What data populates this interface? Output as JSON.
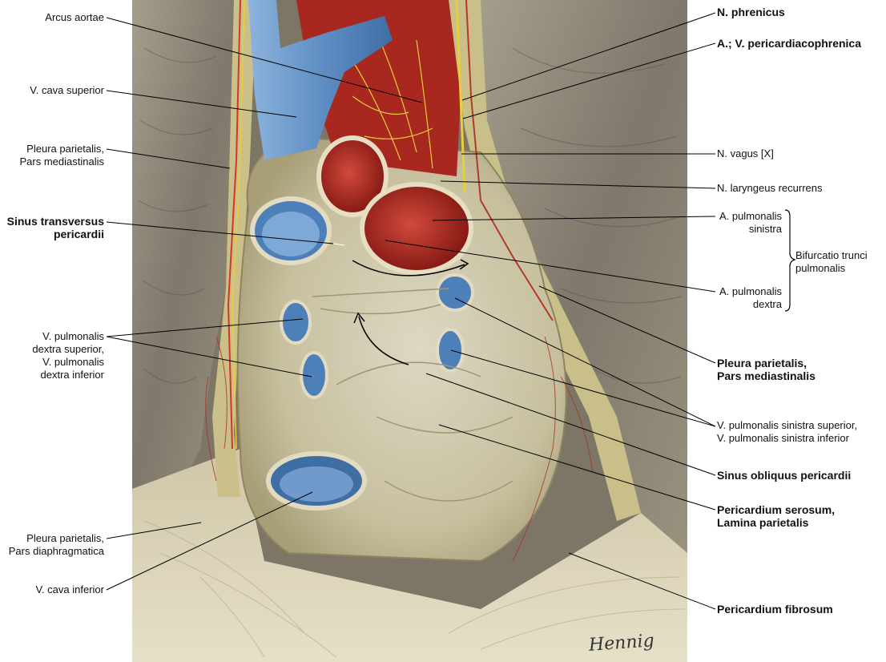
{
  "labels": {
    "arcus_aortae": "Arcus aortae",
    "v_cava_superior": "V. cava superior",
    "pleura_parietalis_mediastinalis_left": "Pleura parietalis,\nPars mediastinalis",
    "sinus_transversus": "Sinus transversus\npericardii",
    "v_pulmonalis_dextra": "V. pulmonalis\ndextra superior,\nV. pulmonalis\ndextra inferior",
    "pleura_parietalis_diaphragmatica": "Pleura parietalis,\nPars diaphragmatica",
    "v_cava_inferior": "V. cava inferior",
    "n_phrenicus": "N. phrenicus",
    "a_v_pericardiacophrenica": "A.; V. pericardiacophrenica",
    "n_vagus": "N. vagus [X]",
    "n_laryngeus_recurrens": "N. laryngeus recurrens",
    "a_pulmonalis_sinistra": "A. pulmonalis\nsinistra",
    "bifurcatio_trunci": "Bifurcatio trunci\npulmonalis",
    "a_pulmonalis_dextra": "A. pulmonalis\ndextra",
    "pleura_parietalis_mediastinalis_right": "Pleura parietalis,\nPars mediastinalis",
    "v_pulmonalis_sinistra": "V. pulmonalis sinistra superior,\nV. pulmonalis sinistra inferior",
    "sinus_obliquus": "Sinus obliquus pericardii",
    "pericardium_serosum": "Pericardium serosum,\nLamina parietalis",
    "pericardium_fibrosum": "Pericardium fibrosum"
  },
  "signature": "Hennig",
  "colors": {
    "vein_blue": "#5f8fc4",
    "artery_red": "#b4241e",
    "pericardium": "#cfc8a8",
    "lung_gray": "#8f887a",
    "nerve_yellow": "#e8cf3a"
  }
}
